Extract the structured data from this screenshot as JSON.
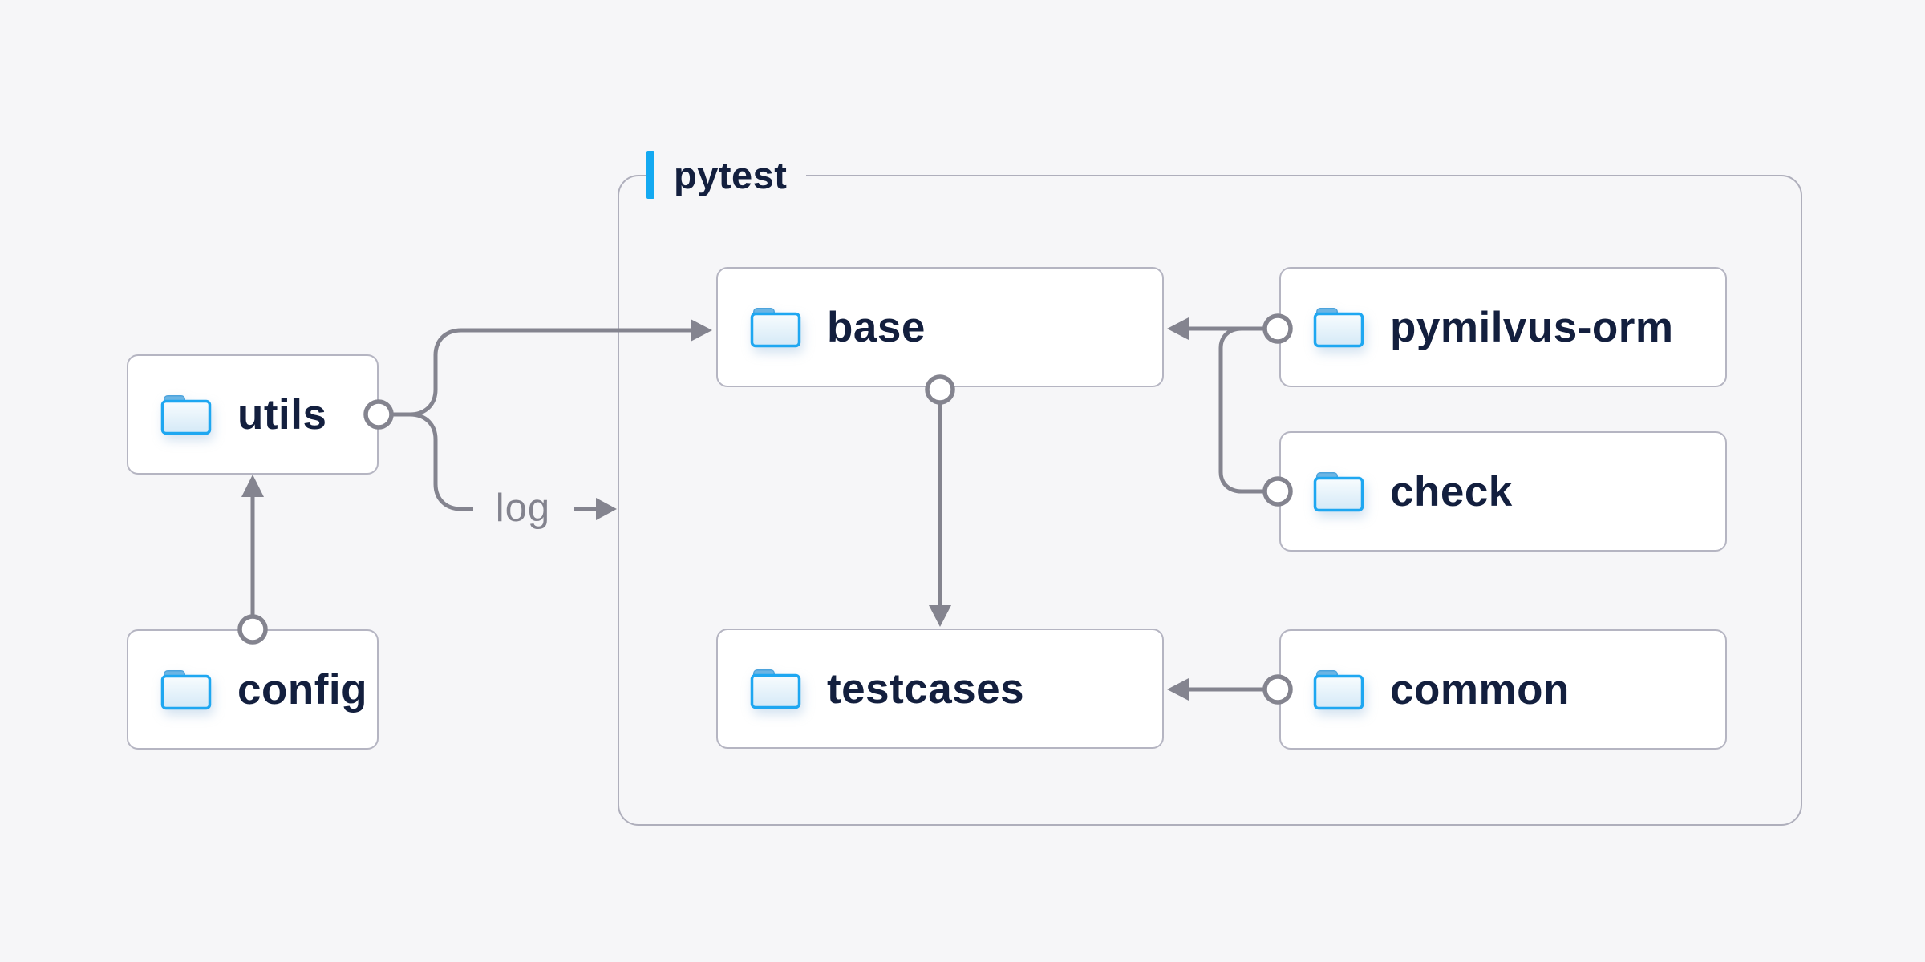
{
  "diagram": {
    "group": {
      "label": "pytest"
    },
    "nodes": {
      "utils": {
        "label": "utils",
        "icon": "folder-icon"
      },
      "config": {
        "label": "config",
        "icon": "folder-icon"
      },
      "base": {
        "label": "base",
        "icon": "folder-icon"
      },
      "pymilvus_orm": {
        "label": "pymilvus-orm",
        "icon": "folder-icon"
      },
      "check": {
        "label": "check",
        "icon": "folder-icon"
      },
      "testcases": {
        "label": "testcases",
        "icon": "folder-icon"
      },
      "common": {
        "label": "common",
        "icon": "folder-icon"
      }
    },
    "edges": {
      "log_label": "log"
    },
    "colors": {
      "background": "#F6F6F8",
      "node_fill": "#FFFFFF",
      "node_border": "#B5B5C2",
      "group_border": "#AFAFBC",
      "connector_gray": "#84848F",
      "accent_blue": "#14A9F1",
      "label_navy": "#131F3E",
      "edge_label_gray": "#83838E",
      "folder_blue_stroke": "#1EA7F1",
      "folder_tab_blue": "#4CA3DC"
    }
  }
}
